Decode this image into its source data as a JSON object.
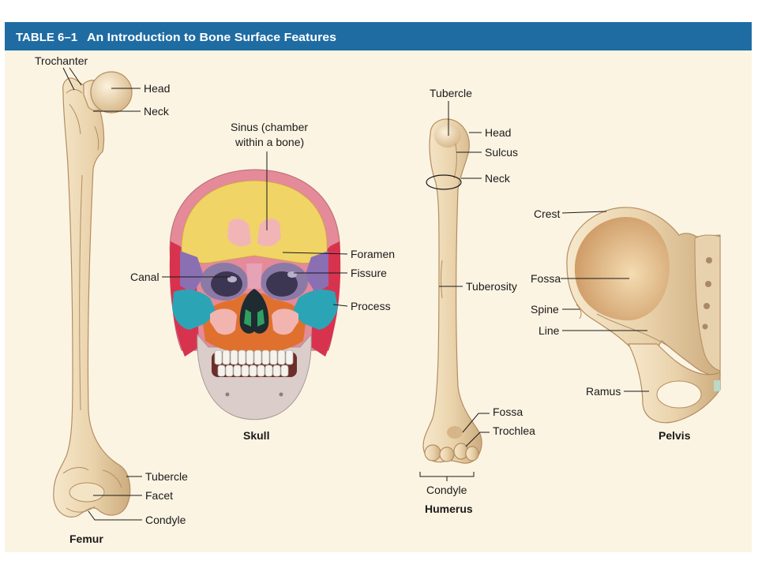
{
  "header": {
    "table_number": "TABLE 6–1",
    "title": "An Introduction to Bone Surface Features"
  },
  "colors": {
    "header_background": "#1f6ca3",
    "header_text": "#ffffff",
    "panel_background": "#fcf4e3",
    "bone": "#ead3ac"
  },
  "femur": {
    "caption": "Femur",
    "labels": {
      "trochanter": "Trochanter",
      "head": "Head",
      "neck": "Neck",
      "tubercle": "Tubercle",
      "facet": "Facet",
      "condyle": "Condyle"
    }
  },
  "skull": {
    "caption": "Skull",
    "labels": {
      "sinus_line_1": "Sinus (chamber",
      "sinus_line_2": "within a bone)",
      "foramen": "Foramen",
      "fissure": "Fissure",
      "process": "Process",
      "canal": "Canal"
    }
  },
  "humerus": {
    "caption": "Humerus",
    "labels": {
      "tubercle": "Tubercle",
      "head": "Head",
      "sulcus": "Sulcus",
      "neck": "Neck",
      "tuberosity": "Tuberosity",
      "fossa": "Fossa",
      "trochlea": "Trochlea",
      "condyle": "Condyle"
    }
  },
  "pelvis": {
    "caption": "Pelvis",
    "labels": {
      "crest": "Crest",
      "fossa": "Fossa",
      "spine": "Spine",
      "line": "Line",
      "ramus": "Ramus"
    }
  }
}
